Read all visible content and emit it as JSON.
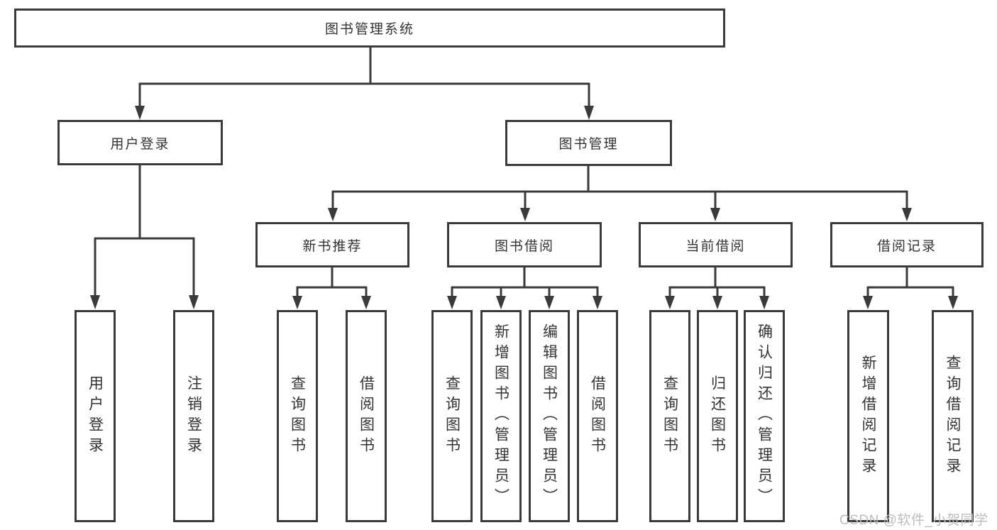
{
  "nodes": {
    "root": {
      "label": "图书管理系统"
    },
    "user_login_group": {
      "label": "用户登录"
    },
    "book_mgmt_group": {
      "label": "图书管理"
    },
    "new_book_rec": {
      "label": "新书推荐"
    },
    "book_borrow": {
      "label": "图书借阅"
    },
    "current_borrow": {
      "label": "当前借阅"
    },
    "borrow_records": {
      "label": "借阅记录"
    },
    "user_login_leaf": {
      "label": "用户登录"
    },
    "logout_leaf": {
      "label": "注销登录"
    },
    "rec_query_books": {
      "label": "查询图书"
    },
    "rec_borrow_books": {
      "label": "借阅图书"
    },
    "borrow_query_books": {
      "label": "查询图书"
    },
    "borrow_add_books": {
      "label": "新增图书（管理员）"
    },
    "borrow_edit_books": {
      "label": "编辑图书（管理员）"
    },
    "borrow_borrow_books": {
      "label": "借阅图书"
    },
    "current_query_books": {
      "label": "查询图书"
    },
    "current_return_books": {
      "label": "归还图书"
    },
    "current_confirm_return": {
      "label": "确认归还（管理员）"
    },
    "records_add_record": {
      "label": "新增借阅记录"
    },
    "records_query_record": {
      "label": "查询借阅记录"
    }
  },
  "hierarchy": {
    "图书管理系统": {
      "用户登录": [
        "用户登录",
        "注销登录"
      ],
      "图书管理": {
        "新书推荐": [
          "查询图书",
          "借阅图书"
        ],
        "图书借阅": [
          "查询图书",
          "新增图书（管理员）",
          "编辑图书（管理员）",
          "借阅图书"
        ],
        "当前借阅": [
          "查询图书",
          "归还图书",
          "确认归还（管理员）"
        ],
        "借阅记录": [
          "新增借阅记录",
          "查询借阅记录"
        ]
      }
    }
  },
  "watermark": "CSDN @软件_小贺同学",
  "colors": {
    "line": "#3a3a3a",
    "text": "#333333",
    "watermark": "#b9bcc0",
    "background": "#ffffff"
  }
}
